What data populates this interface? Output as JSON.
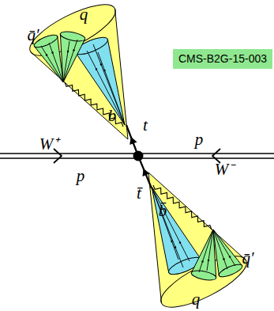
{
  "diagram": {
    "nodes": [
      {
        "text": [
          "CMS-B2G-15-003"
        ]
      }
    ],
    "edges": [],
    "labels": [
      "q̄′",
      "q",
      "b",
      "W⁺",
      "t",
      "p",
      "p",
      "t̄",
      "W⁻",
      "b̄",
      "q",
      "q̄′"
    ]
  }
}
